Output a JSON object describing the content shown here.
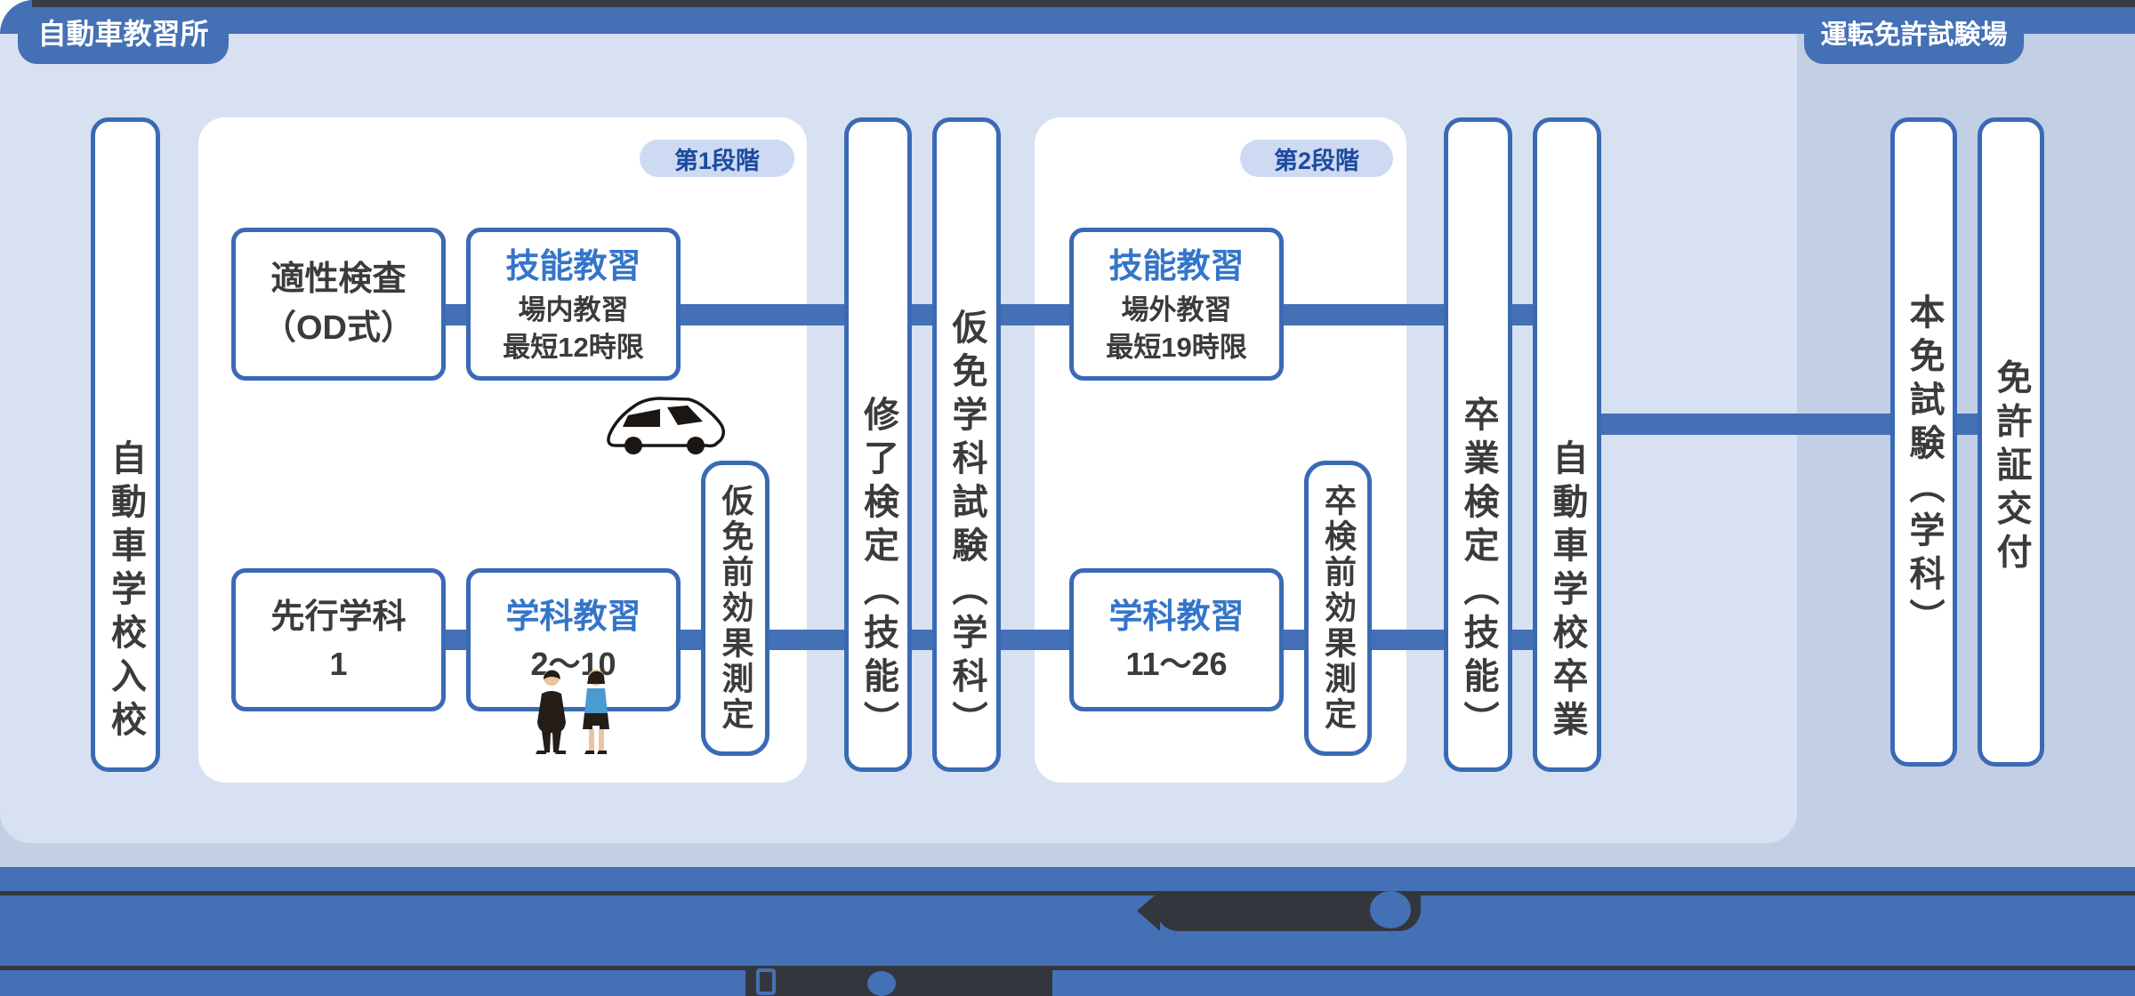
{
  "header": {
    "left_tab": "自動車教習所",
    "right_tab": "運転免許試験場"
  },
  "colors": {
    "primary_blue": "#4470b5",
    "border_blue": "#3a6ab5",
    "panel_light": "#d8e1f1",
    "background_band": "#c3cfe4",
    "accent_text_blue": "#3575c9",
    "badge_bg": "#cddaf2",
    "badge_text": "#1c4a9e",
    "text_dark": "#3b3b3b",
    "footer_dark": "#33373d"
  },
  "flow": {
    "enrollment": "自動車学校入校",
    "stage1": {
      "badge": "第1段階",
      "aptitude_test": {
        "line1": "適性検査",
        "line2": "（OD式）"
      },
      "skill_training": {
        "title": "技能教習",
        "line1": "場内教習",
        "line2": "最短12時限"
      },
      "advance_lecture": {
        "line1": "先行学科",
        "line2": "1"
      },
      "lecture": {
        "title": "学科教習",
        "line1": "2～10"
      },
      "pre_permit_effect_test": "仮免前効果測定"
    },
    "completion_test": "修了検定（技能）",
    "provisional_written_test": "仮免学科試験（学科）",
    "stage2": {
      "badge": "第2段階",
      "skill_training": {
        "title": "技能教習",
        "line1": "場外教習",
        "line2": "最短19時限"
      },
      "lecture": {
        "title": "学科教習",
        "line1": "11～26"
      },
      "pre_graduation_effect_test": "卒検前効果測定"
    },
    "graduation_test": "卒業検定（技能）",
    "school_graduation": "自動車学校卒業",
    "final_written_exam": "本免試験（学科）",
    "license_issuance": "免許証交付"
  }
}
